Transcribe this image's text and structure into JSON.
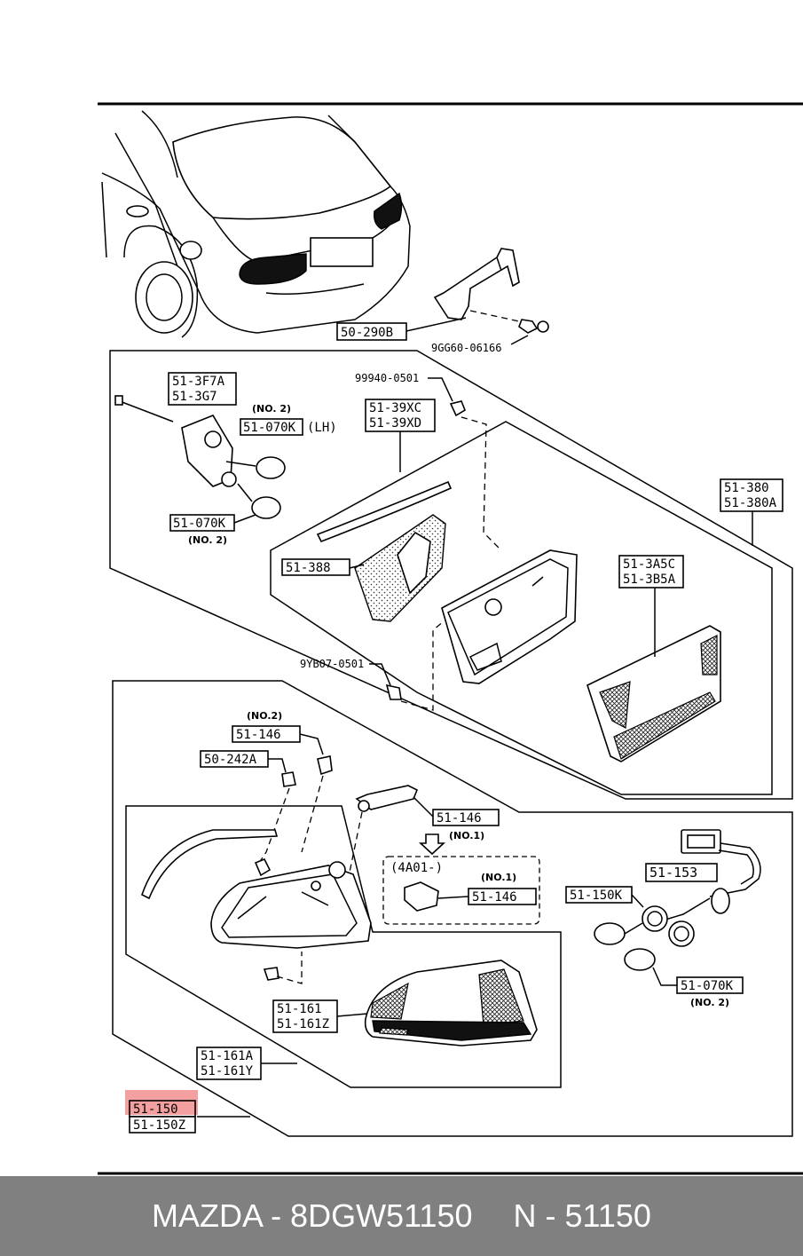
{
  "diagram": {
    "labels": {
      "l50290b": "50-290B",
      "l9gg60": "9GG60-06166",
      "l513f7a": "51-3F7A",
      "l513g7": "51-3G7",
      "no2a": "(NO. 2)",
      "l51070k_lh": "51-070K",
      "lh": "(LH)",
      "l99940": "99940-0501",
      "l5139xc": "51-39XC",
      "l5139xd": "51-39XD",
      "l51380": "51-380",
      "l51380a": "51-380A",
      "l51070k_b": "51-070K",
      "no2b": "(NO. 2)",
      "l51388": "51-388",
      "l513a5c": "51-3A5C",
      "l513b5a": "51-3B5A",
      "l9yb07": "9YB07-0501",
      "no2c": "(NO.2)",
      "l51146a": "51-146",
      "l50242a": "50-242A",
      "l51146b": "51-146",
      "no1a": "(NO.1)",
      "l4a01": "(4A01-)",
      "no1b": "(NO.1)",
      "l51146c": "51-146",
      "l51153": "51-153",
      "l51150k": "51-150K",
      "l51070k_c": "51-070K",
      "no2d": "(NO. 2)",
      "l51161": "51-161",
      "l51161z": "51-161Z",
      "l51161a": "51-161A",
      "l51161y": "51-161Y",
      "l51150": "51-150",
      "l51150z": "51-150Z"
    },
    "highlight_color": "#f08080"
  },
  "footer": {
    "left": "MAZDA - 8DGW51150",
    "right": "N - 51150"
  }
}
